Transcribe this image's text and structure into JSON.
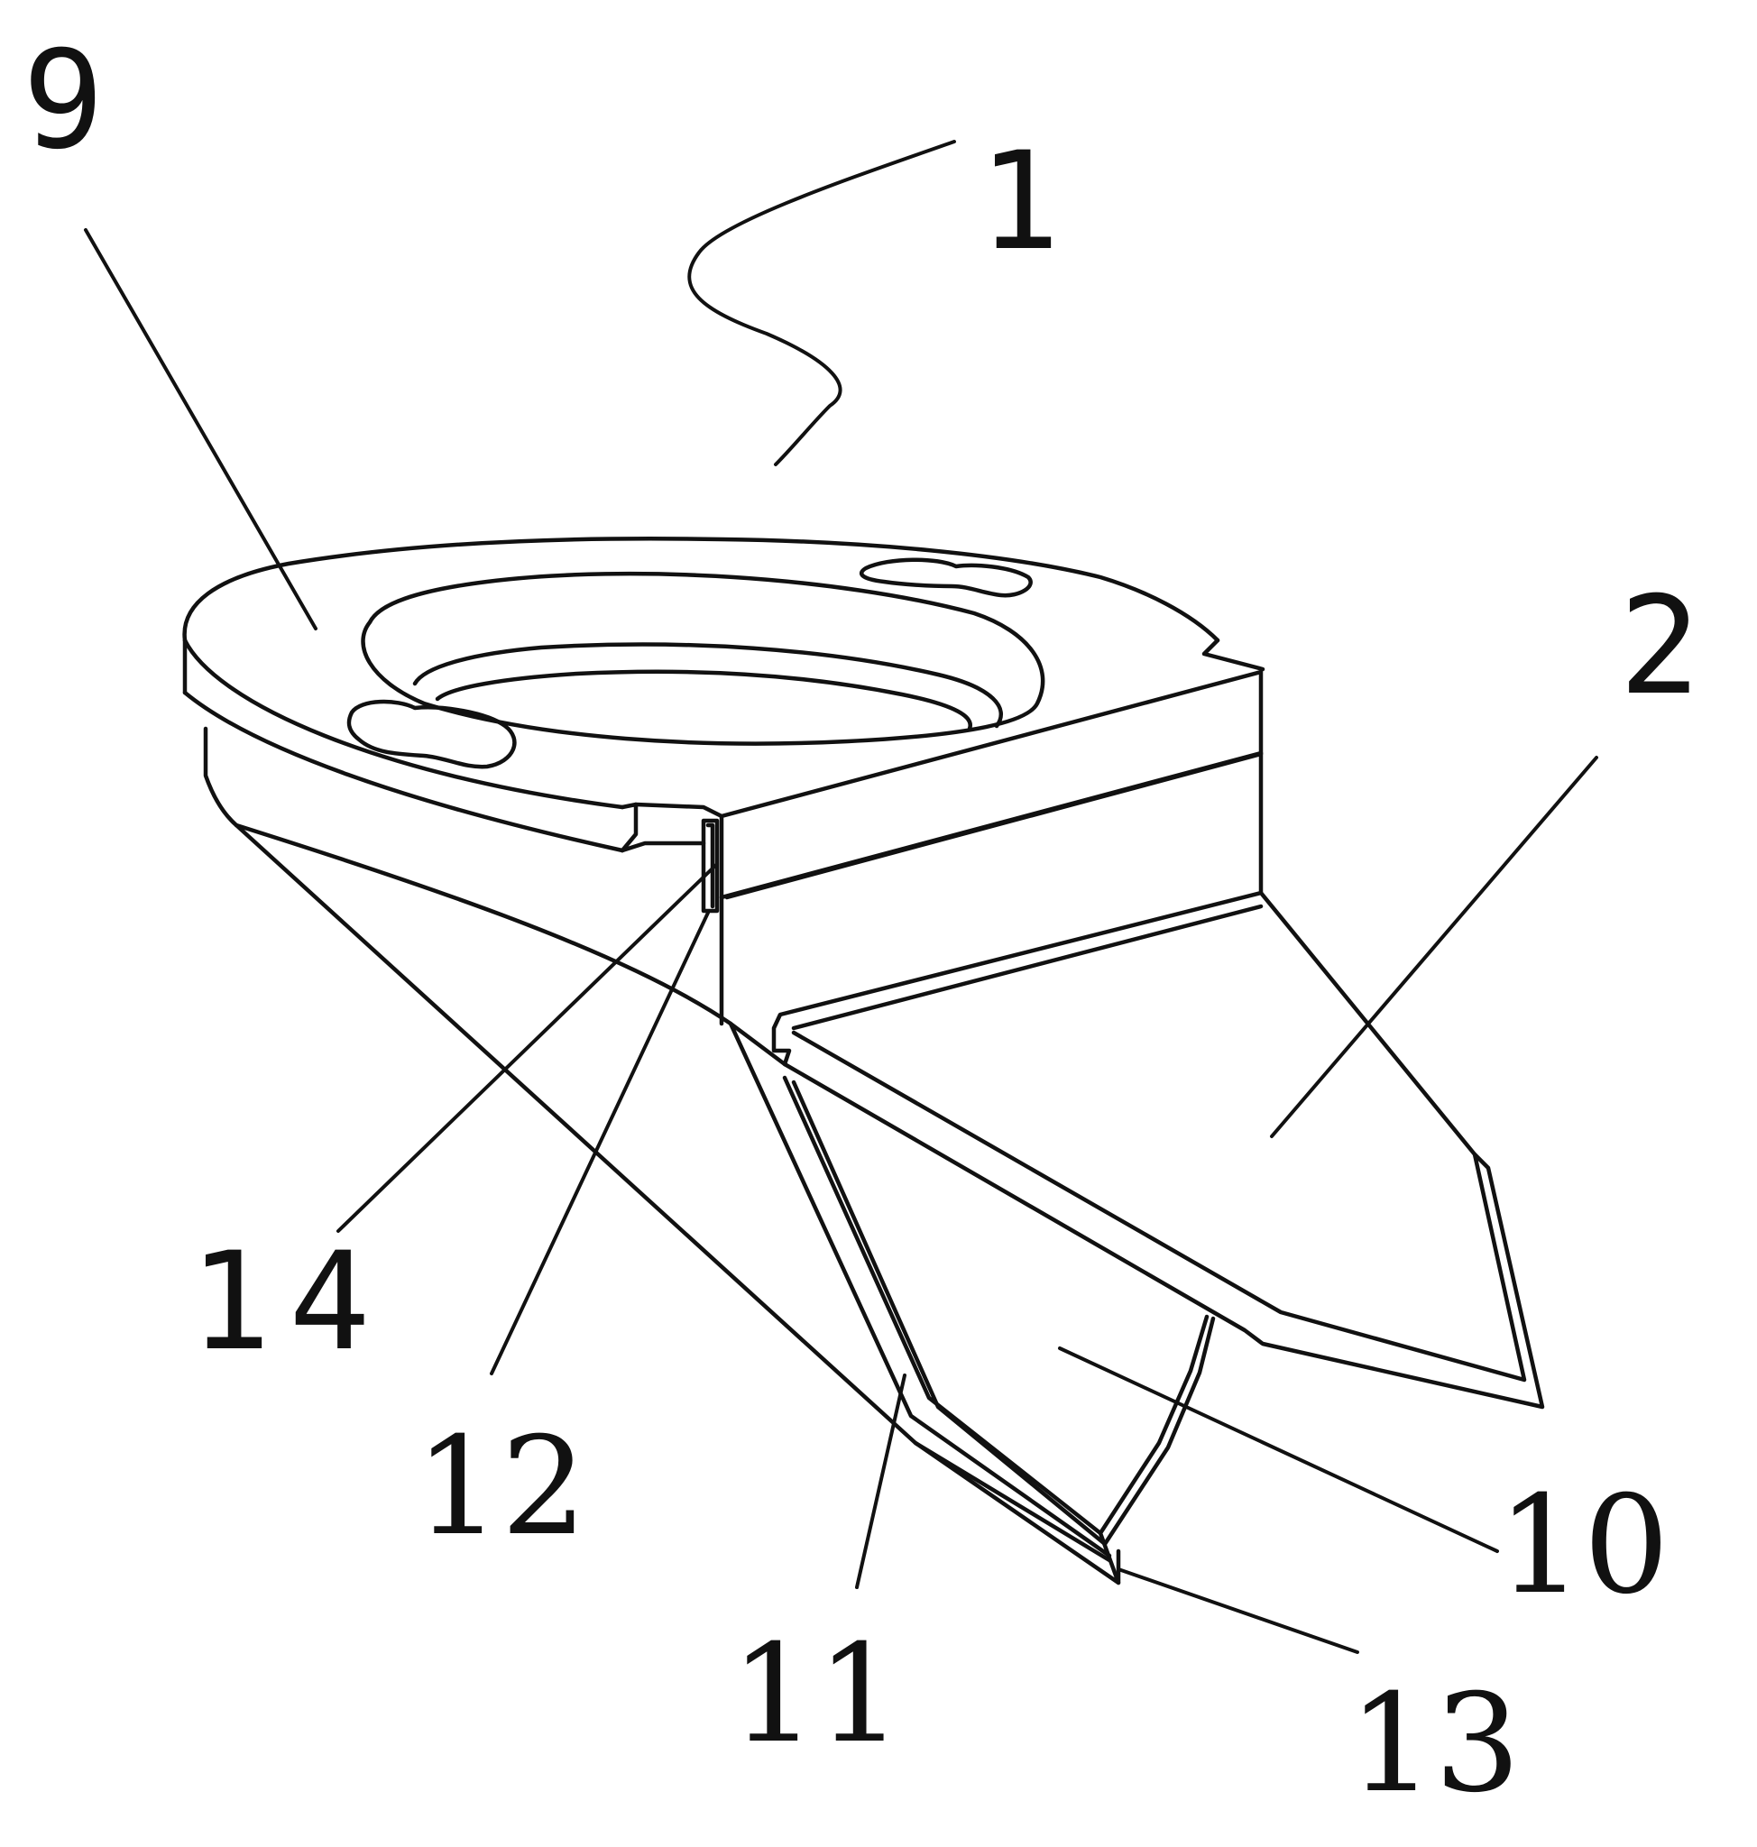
{
  "figure": {
    "labels": {
      "l1": "1",
      "l2": "2",
      "l9": "9",
      "l10": "10",
      "l11": "11",
      "l12": "12",
      "l13": "13",
      "l14": "14"
    }
  }
}
